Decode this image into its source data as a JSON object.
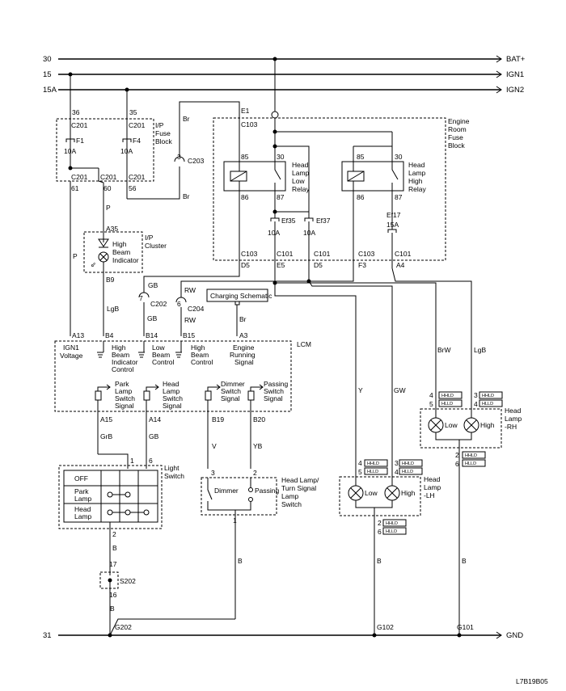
{
  "rails": {
    "r30": "30",
    "r15": "15",
    "r15a": "15A",
    "r31": "31",
    "bat": "BAT+",
    "ign1": "IGN1",
    "ign2": "IGN2",
    "gnd": "GND"
  },
  "fuse_block": {
    "title": [
      "I/P",
      "Fuse",
      "Block"
    ],
    "f1": {
      "pin_in": "36",
      "conn_in": "C201",
      "name": "F1",
      "rating": "10A",
      "conn_out": "C201",
      "pin_out": "61"
    },
    "f4": {
      "pin_in": "35",
      "conn_in": "C201",
      "name": "F4",
      "rating": "10A",
      "conn_out": "C201",
      "pin_out": "56"
    },
    "mid": {
      "conn": "C201",
      "pin": "60"
    }
  },
  "engine_box": {
    "title": [
      "Engine",
      "Room",
      "Fuse",
      "Block"
    ],
    "feed": {
      "pin": "E1",
      "conn": "C103"
    },
    "low_relay": {
      "name": [
        "Head",
        "Lamp",
        "Low",
        "Relay"
      ],
      "p85": "85",
      "p30": "30",
      "p86": "86",
      "p87": "87"
    },
    "high_relay": {
      "name": [
        "Head",
        "Lamp",
        "High",
        "Relay"
      ],
      "p85": "85",
      "p30": "30",
      "p86": "86",
      "p87": "87"
    },
    "ef35": {
      "name": "Ef35",
      "rating": "10A"
    },
    "ef37": {
      "name": "Ef37",
      "rating": "10A"
    },
    "ef17": {
      "name": "Ef17",
      "rating": "15A"
    },
    "bottom": [
      {
        "conn": "C103",
        "pin": "D5"
      },
      {
        "conn": "C101",
        "pin": "E5"
      },
      {
        "conn": "C101",
        "pin": "D5"
      },
      {
        "conn": "C103",
        "pin": "F3"
      },
      {
        "conn": "C101",
        "pin": "A4"
      }
    ]
  },
  "wires": {
    "br1": "Br",
    "br2": "Br",
    "c203_pin": "3",
    "c203": "C203",
    "p1": "P",
    "p2": "P",
    "lgb": "LgB",
    "gb1": "GB",
    "gb2": "GB",
    "rw1": "RW",
    "rw2": "RW",
    "br3": "Br",
    "y": "Y",
    "gw": "GW",
    "brw": "BrW",
    "lgb2": "LgB",
    "grb": "GrB",
    "gb3": "GB",
    "v": "V",
    "yb": "YB",
    "b1": "B",
    "b2": "B",
    "b3": "B",
    "b4": "B",
    "b5": "B"
  },
  "cluster": {
    "title": [
      "I/P",
      "Cluster"
    ],
    "pin_top": "A35",
    "pin_bot": "B9",
    "lamp": [
      "High",
      "Beam",
      "Indicator"
    ]
  },
  "c202": {
    "pin": "7",
    "conn": "C202"
  },
  "c204": {
    "pin": "6",
    "conn": "C204"
  },
  "charging": "Charging Schematic",
  "lcm": {
    "name": "LCM",
    "top_pins": [
      "A13",
      "B4",
      "B14",
      "B15",
      "A3"
    ],
    "inputs": [
      [
        "IGN1",
        "Voltage"
      ],
      [
        "High",
        "Beam",
        "Indicator",
        "Control"
      ],
      [
        "Low",
        "Beam",
        "Control"
      ],
      [
        "High",
        "Beam",
        "Control"
      ],
      [
        "Engine",
        "Running",
        "Signal"
      ]
    ],
    "switch_signals": [
      [
        "Park",
        "Lamp",
        "Switch",
        "Signal"
      ],
      [
        "Head",
        "Lamp",
        "Switch",
        "Signal"
      ],
      [
        "Dimmer",
        "Switch",
        "Signal"
      ],
      [
        "Passing",
        "Switch",
        "Signal"
      ]
    ],
    "bottom_pins": [
      "A15",
      "A14",
      "B19",
      "B20"
    ]
  },
  "light_switch": {
    "title": [
      "Light",
      "Switch"
    ],
    "pin1": "1",
    "pin6": "6",
    "pin2": "2",
    "rows": [
      "OFF",
      "Park Lamp",
      "Head Lamp"
    ]
  },
  "dimmer_switch": {
    "title": [
      "Head Lamp/",
      "Turn Signal",
      "Lamp",
      "Switch"
    ],
    "pin3": "3",
    "pin2": "2",
    "pin1": "1",
    "dimmer": "Dimmer",
    "passing": "Passing"
  },
  "s202": {
    "name": "S202",
    "pin_top": "17",
    "pin_bot": "16"
  },
  "lamp_lh": {
    "title": [
      "Head",
      "Lamp",
      "-LH"
    ],
    "low": "Low",
    "high": "High",
    "pins_top": [
      "4",
      "5",
      "3",
      "4"
    ],
    "pins_bot": [
      "2",
      "6"
    ],
    "tags": [
      "HHLD",
      "HLLD"
    ]
  },
  "lamp_rh": {
    "title": [
      "Head",
      "Lamp",
      "-RH"
    ],
    "low": "Low",
    "high": "High",
    "pins_top": [
      "4",
      "5",
      "3",
      "4"
    ],
    "pins_bot": [
      "2",
      "6"
    ],
    "tags": [
      "HHLD",
      "HLLD"
    ]
  },
  "grounds": {
    "g202": "G202",
    "g102": "G102",
    "g101": "G101"
  },
  "figure_code": "L7B19B05"
}
